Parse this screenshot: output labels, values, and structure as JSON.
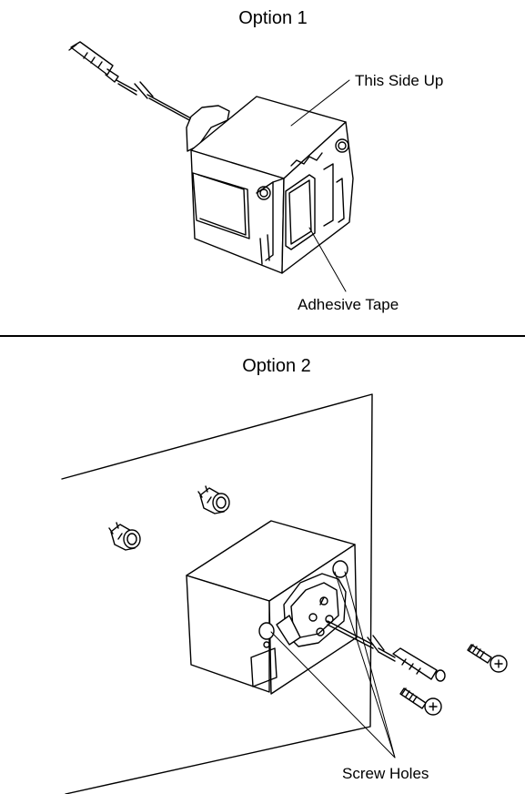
{
  "option1": {
    "title": "Option 1",
    "callouts": {
      "this_side_up": "This Side Up",
      "adhesive_tape": "Adhesive Tape"
    }
  },
  "option2": {
    "title": "Option 2",
    "callouts": {
      "screw_holes": "Screw Holes"
    }
  }
}
